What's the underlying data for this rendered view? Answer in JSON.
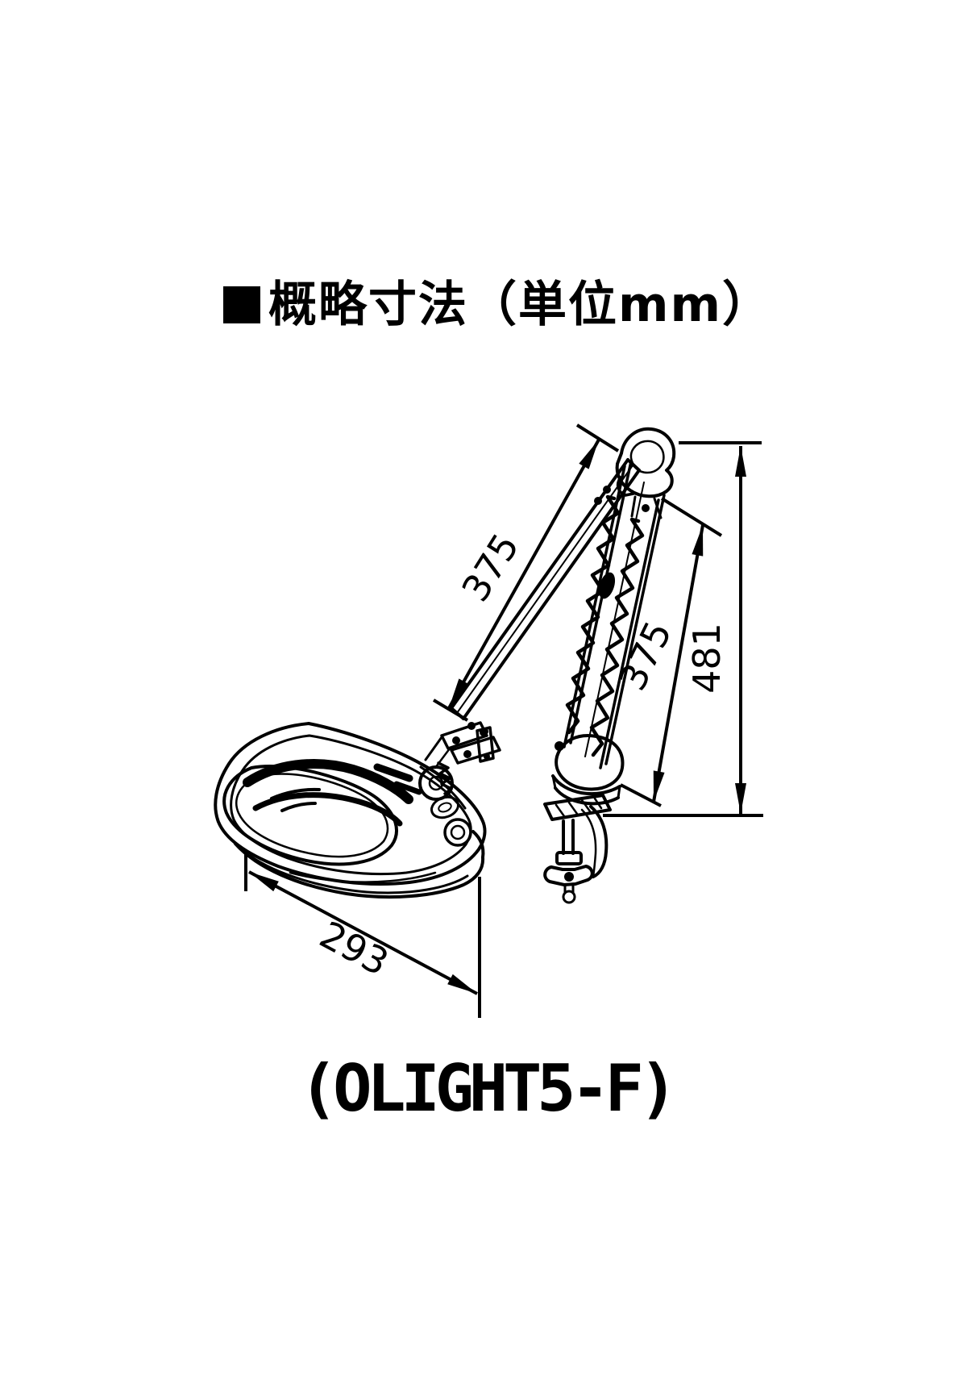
{
  "title": {
    "marker": "■",
    "text": "概略寸法（単位mm）"
  },
  "model_label": "(OLIGHT5-F)",
  "drawing": {
    "dimensions": {
      "upper_arm": {
        "value": "375"
      },
      "lower_arm": {
        "value": "375"
      },
      "overall_height": {
        "value": "481"
      },
      "head_width": {
        "value": "293"
      }
    }
  },
  "colors": {
    "ink": "#000000",
    "background": "#ffffff"
  }
}
